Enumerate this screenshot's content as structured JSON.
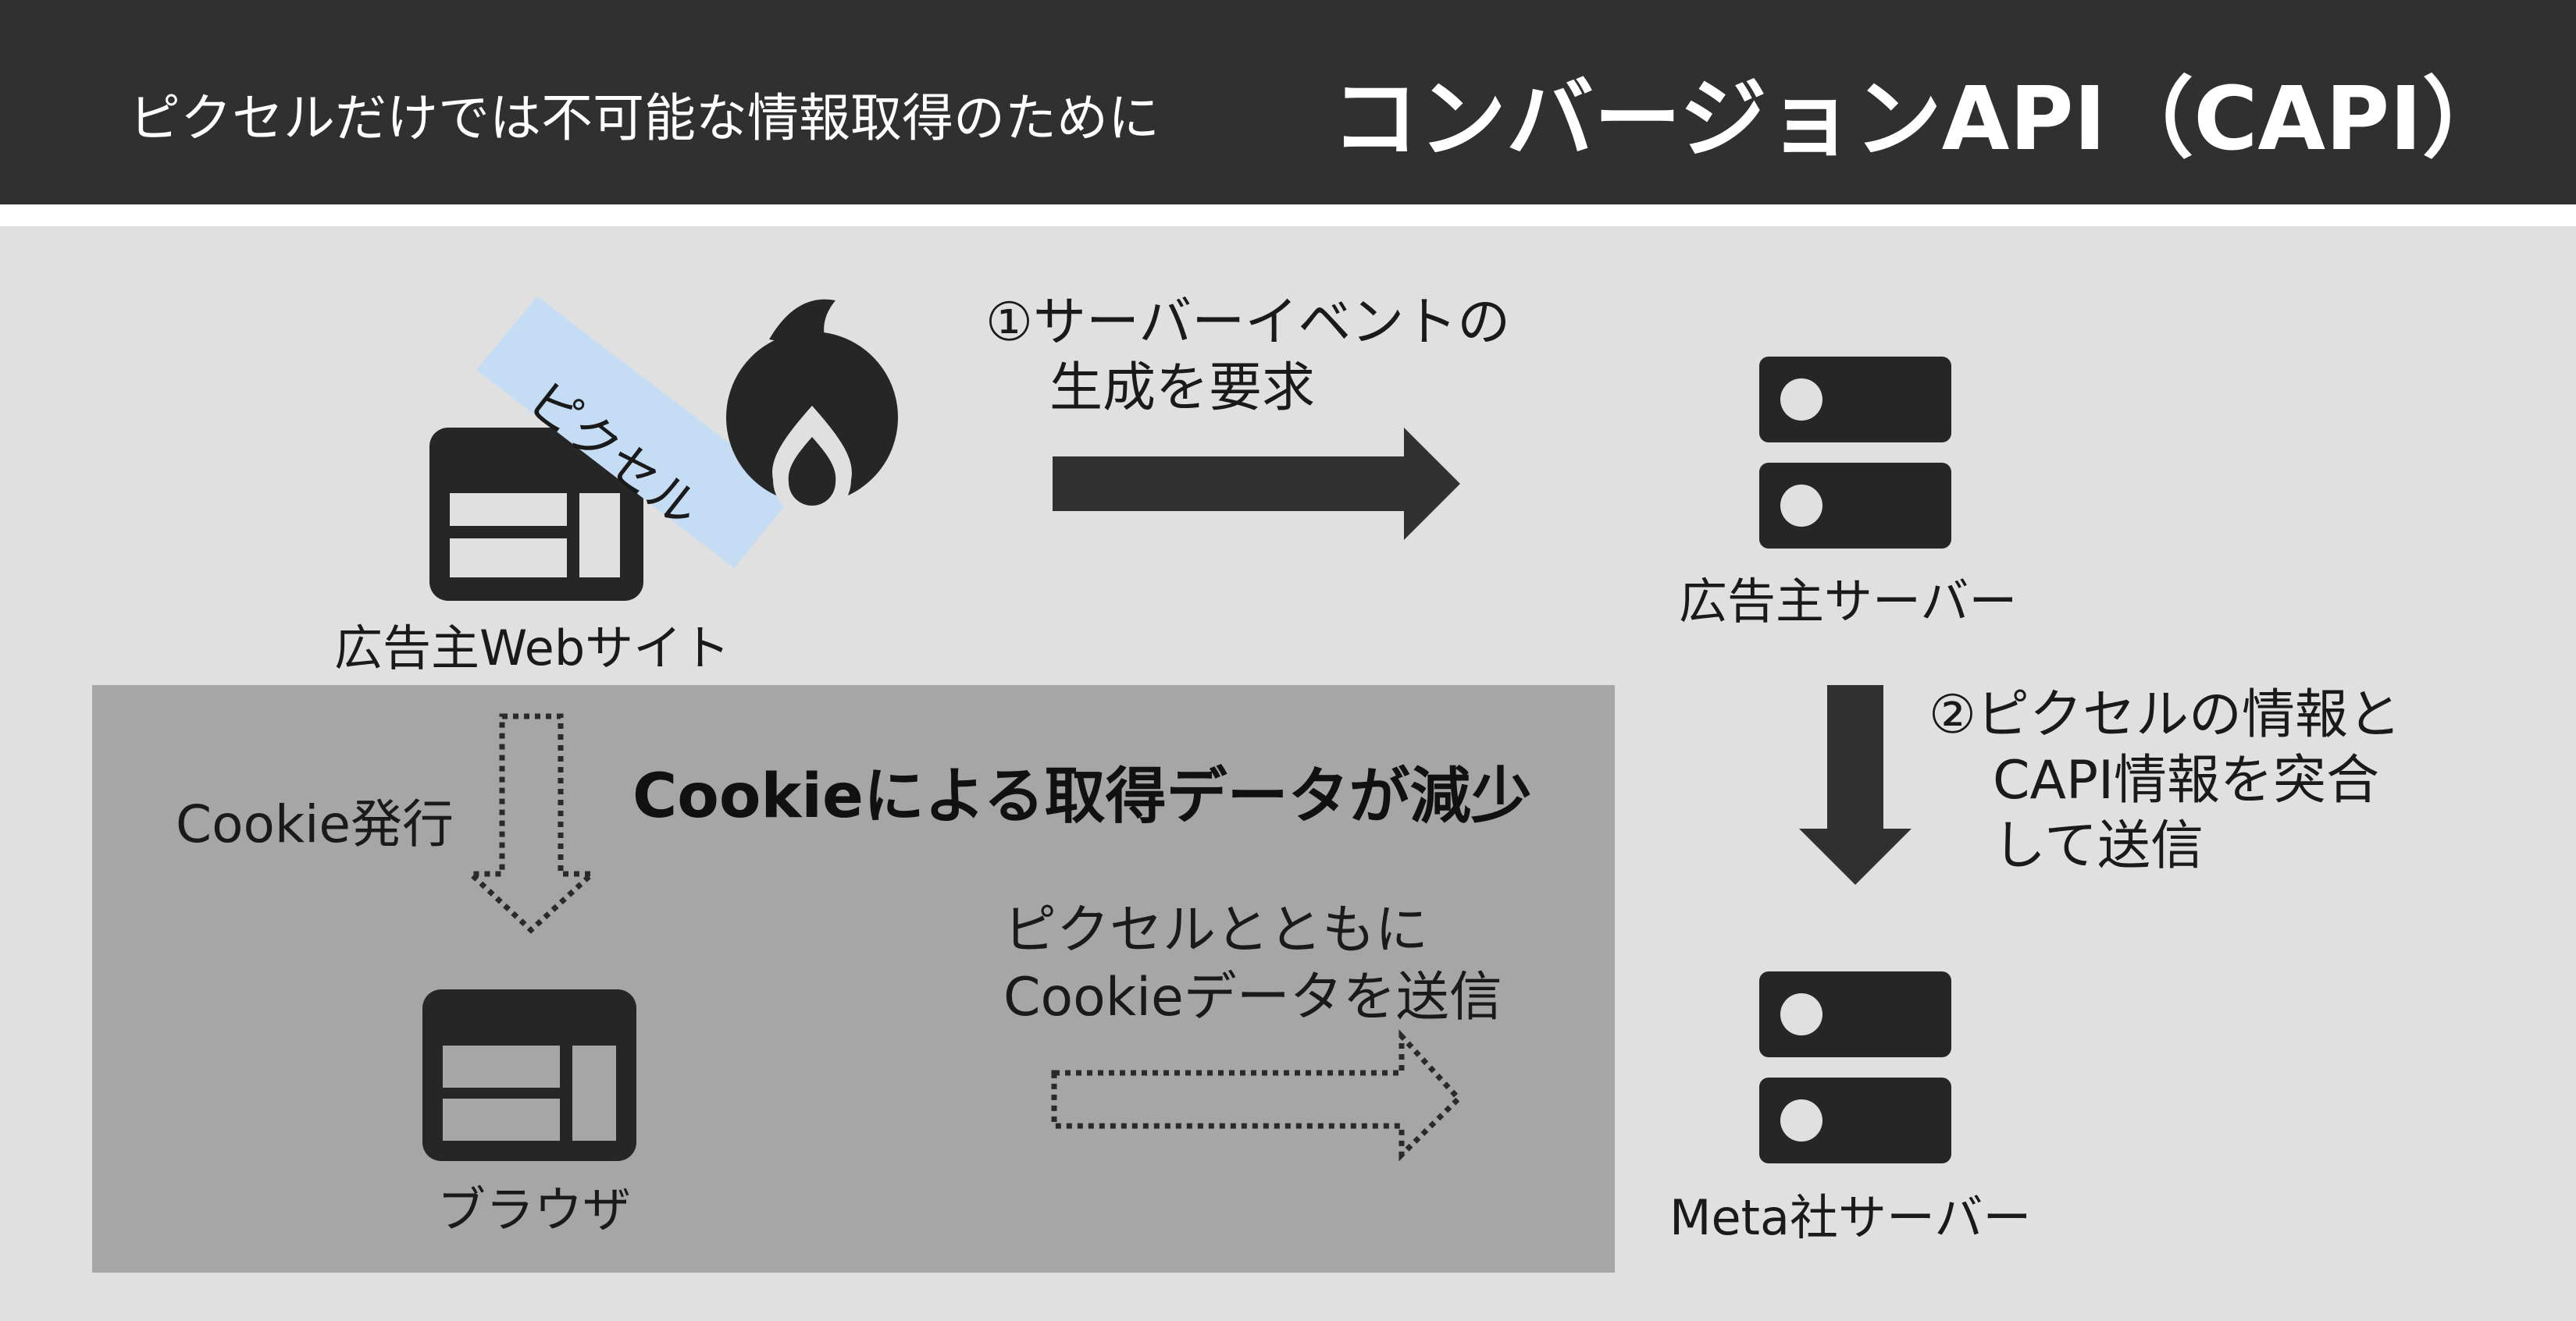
{
  "header": {
    "subtitle": "ピクセルだけでは不可能な情報取得のために",
    "title": "コンバージョンAPI（CAPI）"
  },
  "nodes": {
    "website": {
      "label": "広告主Webサイト",
      "icon": "browser-window-icon"
    },
    "advertiser_server": {
      "label": "広告主サーバー",
      "icon": "server-icon"
    },
    "meta_server": {
      "label": "Meta社サーバー",
      "icon": "server-icon"
    },
    "browser": {
      "label": "ブラウザ",
      "icon": "browser-window-icon"
    }
  },
  "pixel_tag": {
    "label": "ピクセル",
    "color": "#c4dcf4",
    "icon": "meta-pixel-flame-icon"
  },
  "steps": {
    "step1": {
      "line1": "①サーバーイベントの",
      "line2": "生成を要求"
    },
    "step2": {
      "line1": "②ピクセルの情報と",
      "line2": "CAPI情報を突合",
      "line3": "して送信"
    }
  },
  "cookie_panel": {
    "heading": "Cookieによる取得データが減少",
    "issue_label": "Cookie発行",
    "send_line1": "ピクセルとともに",
    "send_line2": "Cookieデータを送信",
    "color": "#a6a6a6"
  },
  "colors": {
    "header_bg": "#303030",
    "canvas_bg": "#e0e0e0",
    "icon_dark": "#262626",
    "arrow_dark": "#303030"
  }
}
